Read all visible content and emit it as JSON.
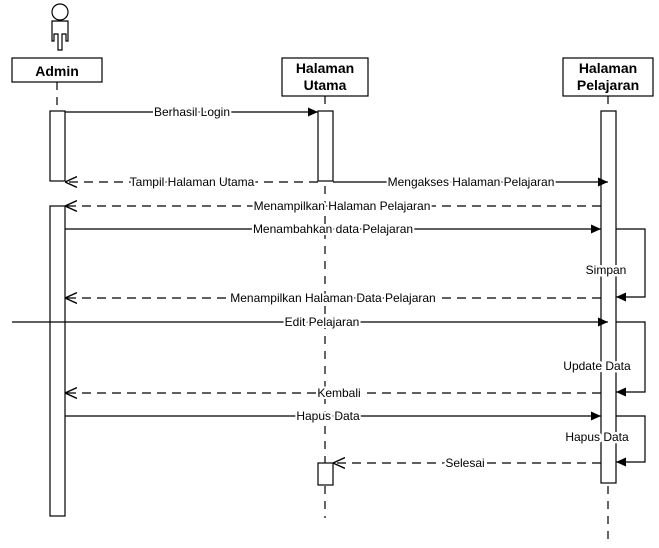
{
  "participants": {
    "admin": "Admin",
    "main_line1": "Halaman",
    "main_line2": "Utama",
    "lesson_line1": "Halaman",
    "lesson_line2": "Pelajaran"
  },
  "messages": {
    "m1": "Berhasil Login",
    "m2": "Tampil Halaman Utama",
    "m3": "Mengakses Halaman Pelajaran",
    "m4": "Menampilkan Halaman Pelajaran",
    "m5": "Menambahkan data Pelajaran",
    "m6": "Simpan",
    "m7": "Menampilkan Halaman Data Pelajaran",
    "m8": "Edit Pelajaran",
    "m9": "Update Data",
    "m10": "Kembali",
    "m11": "Hapus Data",
    "m12": "Hapus Data",
    "m13": "Selesai"
  }
}
